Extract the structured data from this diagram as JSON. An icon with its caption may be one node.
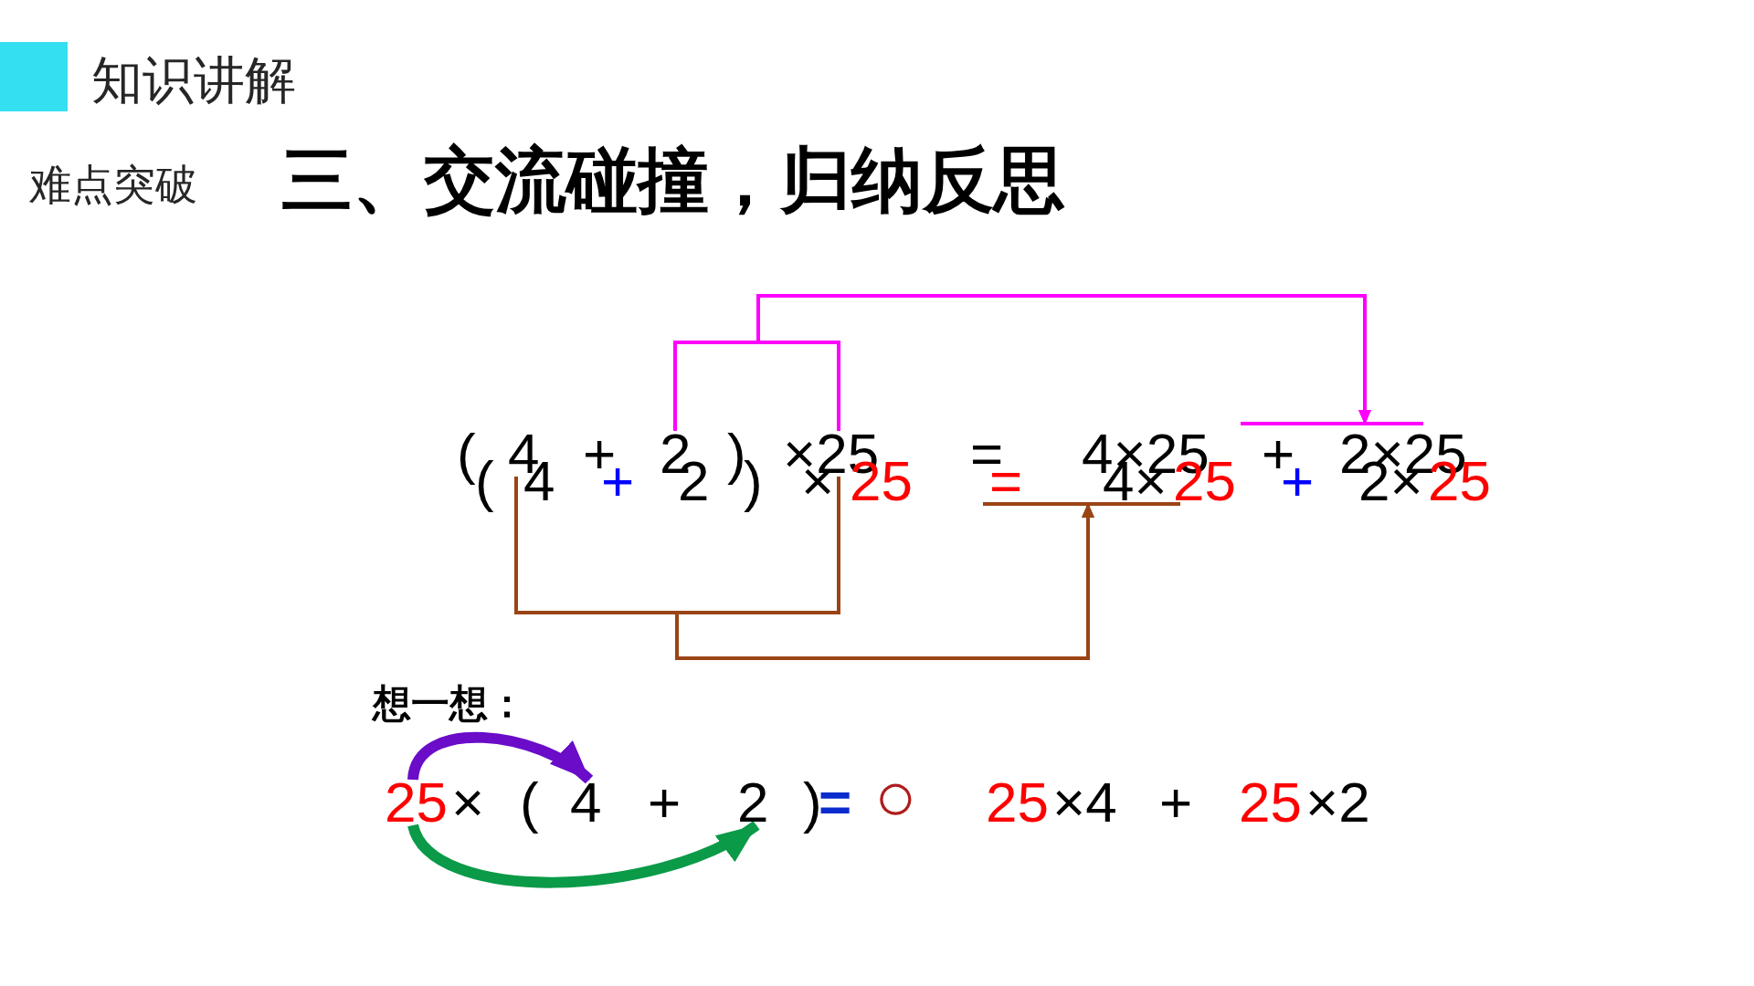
{
  "diagram": {
    "title": "三、交流碰撞，归纳反思",
    "nodes": [
      {
        "text": [
          "4"
        ]
      },
      {
        "text": [
          "2"
        ]
      },
      {
        "text": [
          "×25"
        ]
      },
      {
        "text": [
          "4×25"
        ]
      },
      {
        "text": [
          "2×25"
        ]
      },
      {
        "text": [
          "25"
        ]
      },
      {
        "text": [
          "4"
        ]
      },
      {
        "text": [
          "2"
        ]
      }
    ],
    "edges": [
      {
        "from": 1,
        "to": 4,
        "arrow": "to",
        "color": "#ff00ff"
      },
      {
        "from": 2,
        "to": 4,
        "arrow": "to",
        "color": "#ff00ff"
      },
      {
        "from": 0,
        "to": 3,
        "arrow": "to",
        "color": "#9a4414"
      },
      {
        "from": 2,
        "to": 3,
        "arrow": "to",
        "color": "#9a4414"
      },
      {
        "from": 5,
        "to": 6,
        "arrow": "to",
        "style": "thick",
        "color": "#6a0cc8"
      },
      {
        "from": 5,
        "to": 7,
        "arrow": "to",
        "style": "thick",
        "color": "#0a9a48"
      }
    ],
    "labels": [
      "知识讲解",
      "难点突破",
      "(",
      "+",
      ")",
      "=",
      "+",
      "(",
      "4",
      "+",
      "2",
      ")",
      "×",
      "25",
      "=",
      "4×",
      "25",
      "+",
      "2×",
      "25",
      "想一想：",
      "×",
      "(",
      "+",
      ")",
      "=",
      "○",
      "25",
      "×4",
      "+",
      "25",
      "×2"
    ]
  }
}
